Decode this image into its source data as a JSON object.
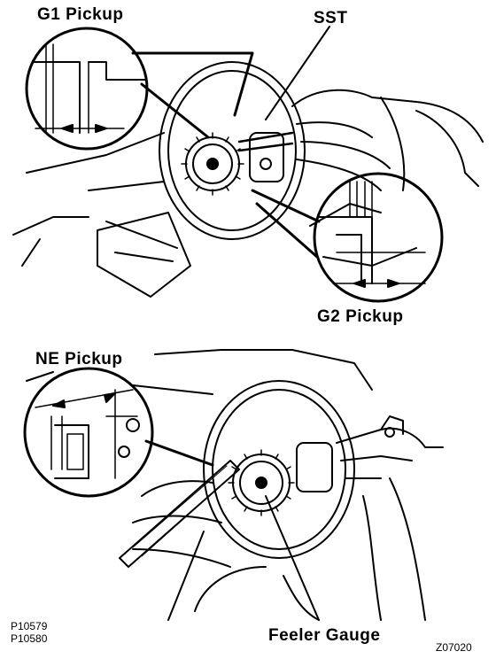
{
  "top_figure": {
    "labels": {
      "g1_pickup": "G1 Pickup",
      "sst": "SST",
      "g2_pickup": "G2 Pickup"
    }
  },
  "bottom_figure": {
    "labels": {
      "ne_pickup": "NE Pickup",
      "feeler_gauge": "Feeler Gauge"
    }
  },
  "codes": {
    "code_1": "P10579",
    "code_2": "P10580",
    "code_3": "Z07020"
  }
}
